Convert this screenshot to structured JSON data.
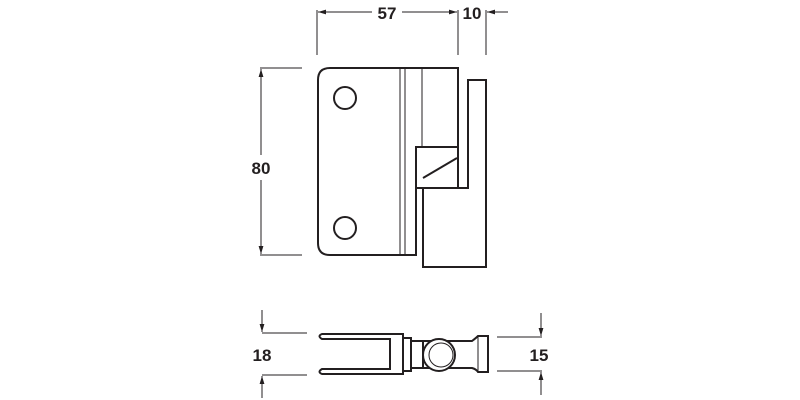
{
  "drawing": {
    "title": "Hinge technical drawing",
    "line_color": "#231f20",
    "background": "#ffffff"
  },
  "dimensions": {
    "width_main": "57",
    "width_offset": "10",
    "height": "80",
    "depth_left": "18",
    "depth_right": "15"
  },
  "views": {
    "front": "front-view",
    "bottom": "bottom-view"
  }
}
